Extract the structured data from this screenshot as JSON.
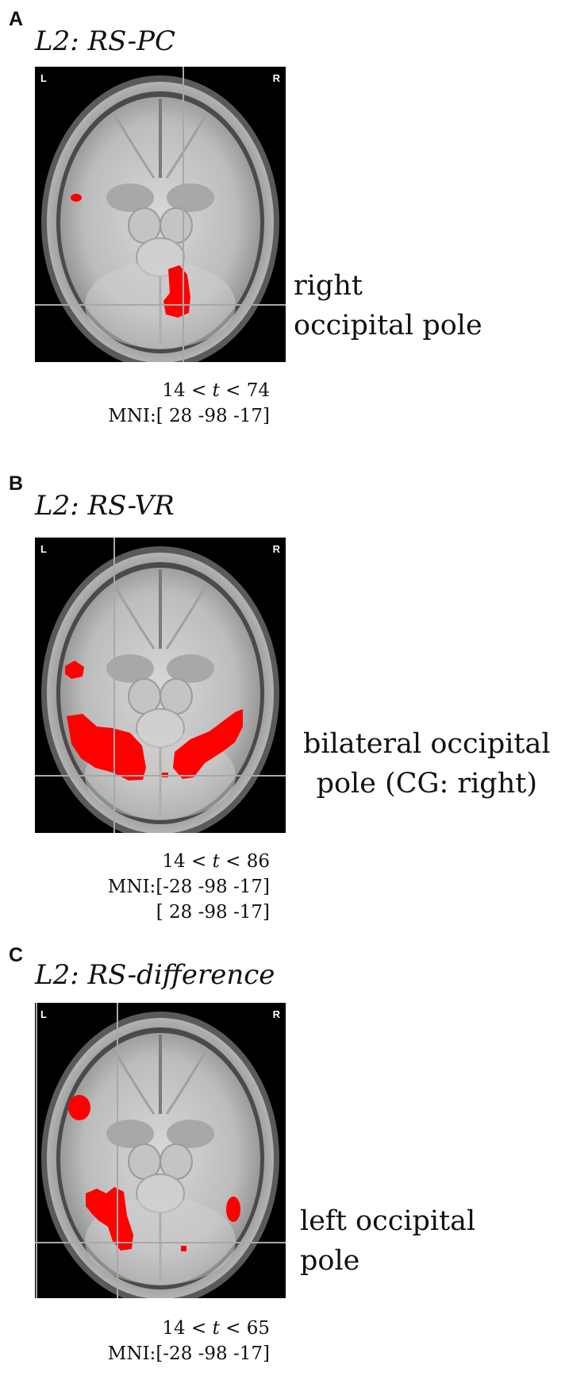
{
  "panels": [
    {
      "letter": "A",
      "title": "L2: RS-PC",
      "corner_left": "L",
      "corner_right": "R",
      "region_lines": [
        "right",
        "occipital pole"
      ],
      "t_low": "14",
      "t_high": "74",
      "mni_label": "MNI:",
      "mni_lines": [
        "[ 28 -98 -17]"
      ]
    },
    {
      "letter": "B",
      "title": "L2: RS-VR",
      "corner_left": "L",
      "corner_right": "R",
      "region_lines": [
        "bilateral occipital",
        "pole (CG: right)"
      ],
      "t_low": "14",
      "t_high": "86",
      "mni_label": "MNI:",
      "mni_lines": [
        "[-28 -98 -17]",
        "[ 28 -98 -17]"
      ]
    },
    {
      "letter": "C",
      "title": "L2: RS-difference",
      "corner_left": "L",
      "corner_right": "R",
      "region_lines": [
        "left occipital",
        "pole"
      ],
      "t_low": "14",
      "t_high": "65",
      "mni_label": "MNI:",
      "mni_lines": [
        "[-28 -98 -17]"
      ]
    }
  ],
  "colors": {
    "activation": "#ff0000",
    "crosshair": "#a8a8a8",
    "scan_background": "#000000"
  },
  "icons": [
    "brain-axial-slice-image"
  ]
}
